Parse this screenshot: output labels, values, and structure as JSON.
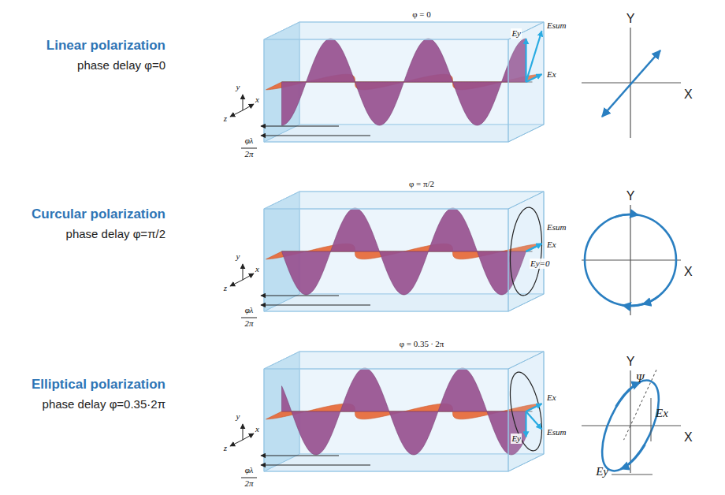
{
  "diagram": {
    "labels": [
      "Linear polarization",
      "phase delay φ=0",
      "Curcular polarization",
      "phase delay φ=π/2",
      "Elliptical polarization",
      "phase delay φ=0.35·2π",
      "φ = 0",
      "Ey",
      "Esum",
      "Ex",
      "y",
      "x",
      "z",
      "φλ",
      "2π",
      "φ = π/2",
      "Esum",
      "Ex",
      "Ey=0",
      "y",
      "x",
      "z",
      "φλ",
      "2π",
      "φ = 0.35 ∙ 2π",
      "Ex",
      "Esum",
      "Ey",
      "y",
      "x",
      "z",
      "φλ",
      "2π",
      "Y",
      "X",
      "Y",
      "X",
      "Y",
      "Ψ",
      "Ex",
      "Ey",
      "X"
    ]
  }
}
